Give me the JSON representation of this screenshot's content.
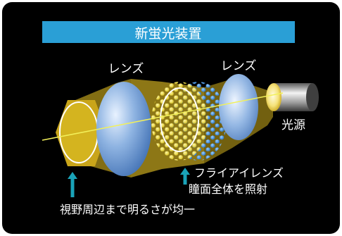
{
  "title": "新蛍光装置",
  "labels": {
    "lens_left": "レンズ",
    "lens_right": "レンズ",
    "light_source": "光源",
    "fly_eye_line1": "フライアイレンズ",
    "fly_eye_line2": "瞳面全体を照射",
    "bottom_caption": "視野周辺まで明るさが均一"
  },
  "colors": {
    "background": "#000000",
    "title_bar": "#2a9fd6",
    "accent_gold": "#c9a51a",
    "lens_blue": "#7fa8d8",
    "arrow_teal": "#1aa3b8",
    "optical_axis": "#f2f05a"
  }
}
